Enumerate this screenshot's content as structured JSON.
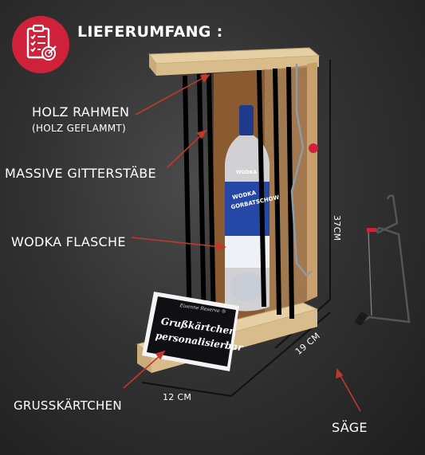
{
  "title": "LIEFERUMFANG :",
  "labels": {
    "frame": "HOLZ RAHMEN",
    "frame_note": "(HOLZ GEFLAMMT)",
    "bars": "MASSIVE GITTERSTÄBE",
    "bottle": "WODKA FLASCHE",
    "card": "GRUSSKÄRTCHEN",
    "saw": "SÄGE"
  },
  "dimensions": {
    "width": "12 CM",
    "depth": "19 CM",
    "height": "37CM"
  },
  "card": {
    "brand": "Eisenne Reserve ®",
    "line1": "Grußkärtchen",
    "line2": "personalisierbar"
  },
  "bottle_label": {
    "top": "WODKA",
    "brand_line1": "WODKA",
    "brand_line2": "GORBATSCHOW"
  },
  "icons": {
    "badge": "checklist-target-icon"
  },
  "colors": {
    "accent": "#d0213a",
    "arrow": "#c0392b",
    "wood": "#e6cfa2"
  }
}
